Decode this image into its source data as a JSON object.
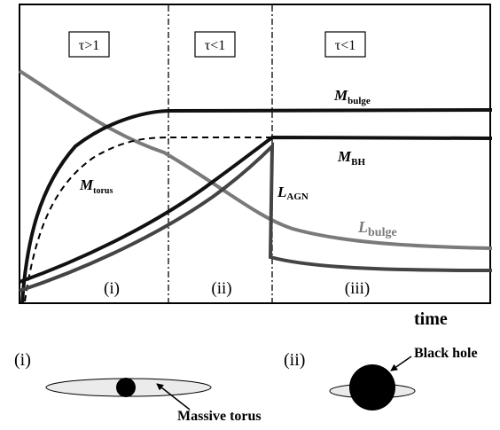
{
  "phases": [
    {
      "tau": "τ>1",
      "label": "(i)"
    },
    {
      "tau": "τ<1",
      "label": "(ii)"
    },
    {
      "tau": "τ<1",
      "label": "(iii)"
    }
  ],
  "axis": {
    "x_label": "time"
  },
  "curves": {
    "m_bulge": {
      "symbol": "M",
      "sub": "bulge",
      "color": "#1a1a1a"
    },
    "m_bh": {
      "symbol": "M",
      "sub": "BH",
      "color": "#111111"
    },
    "m_torus": {
      "symbol": "M",
      "sub": "torus",
      "color": "#111111"
    },
    "l_agn": {
      "symbol": "L",
      "sub": "AGN",
      "color": "#444444"
    },
    "l_bulge": {
      "symbol": "L",
      "sub": "bulge",
      "color": "#7a7a7a"
    }
  },
  "insets": {
    "first": {
      "label": "(i)",
      "caption": "Massive torus"
    },
    "second": {
      "label": "(ii)",
      "caption": "Black hole"
    }
  }
}
